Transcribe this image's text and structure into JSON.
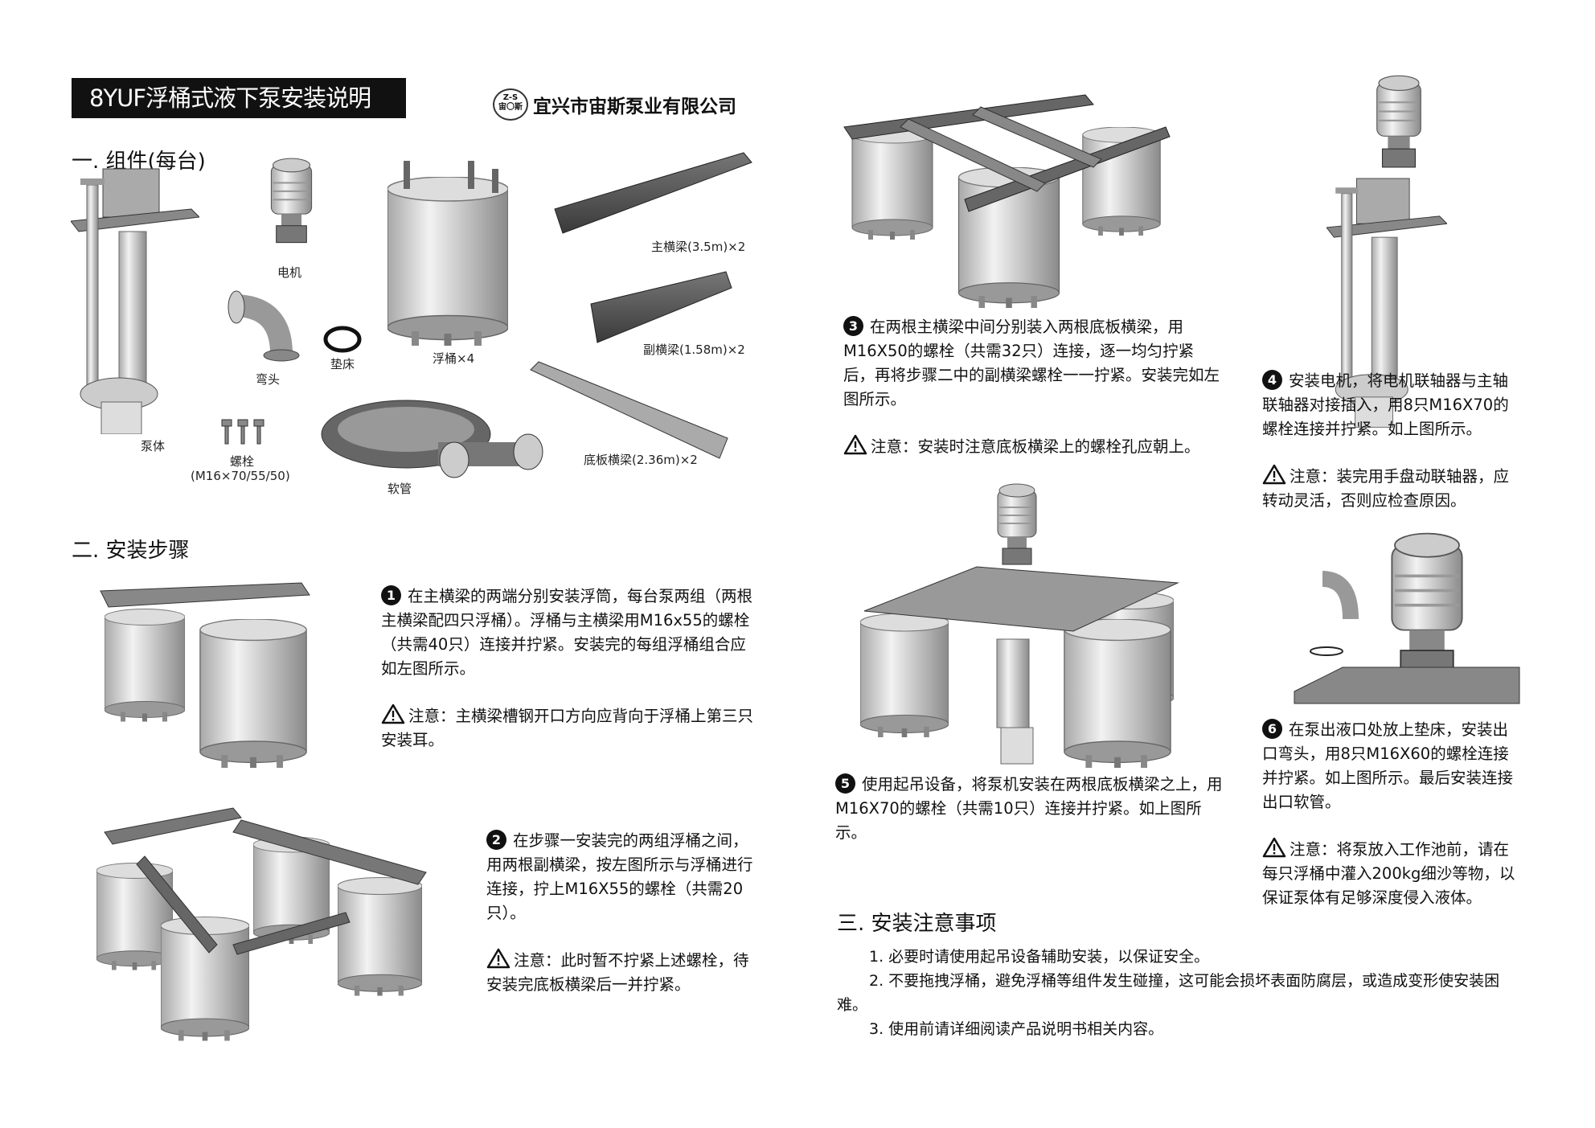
{
  "header": {
    "title": "8YUF浮桶式液下泵安装说明",
    "logo_text": "Z-S 宙斯",
    "company": "宜兴市宙斯泵业有限公司"
  },
  "section1": {
    "title": "一. 组件(每台)",
    "labels": {
      "motor": "电机",
      "elbow": "弯头",
      "gasket": "垫床",
      "float": "浮桶×4",
      "main_beam": "主横梁(3.5m)×2",
      "sub_beam": "副横梁(1.58m)×2",
      "base_beam": "底板横梁(2.36m)×2",
      "pump_body": "泵体",
      "bolt": "螺栓",
      "bolt_spec": "(M16×70/55/50)",
      "hose": "软管"
    }
  },
  "section2": {
    "title": "二. 安装步骤",
    "steps": [
      {
        "num": "1",
        "text": "在主横梁的两端分别安装浮筒，每台泵两组（两根主横梁配四只浮桶）。浮桶与主横梁用M16x55的螺栓（共需40只）连接并拧紧。安装完的每组浮桶组合应如左图所示。",
        "warning": "注意：主横梁槽钢开口方向应背向于浮桶上第三只安装耳。"
      },
      {
        "num": "2",
        "text": "在步骤一安装完的两组浮桶之间，用两根副横梁，按左图所示与浮桶进行连接，拧上M16X55的螺栓（共需20只）。",
        "warning": "注意：此时暂不拧紧上述螺栓，待安装完底板横梁后一并拧紧。"
      },
      {
        "num": "3",
        "text": "在两根主横梁中间分别装入两根底板横梁，用M16X50的螺栓（共需32只）连接，逐一均匀拧紧后，再将步骤二中的副横梁螺栓一一拧紧。安装完如左图所示。",
        "warning": "注意：安装时注意底板横梁上的螺栓孔应朝上。"
      },
      {
        "num": "4",
        "text": "安装电机，将电机联轴器与主轴联轴器对接插入，用8只M16X70的螺栓连接并拧紧。如上图所示。",
        "warning": "注意：装完用手盘动联轴器，应转动灵活，否则应检查原因。"
      },
      {
        "num": "5",
        "text": "使用起吊设备，将泵机安装在两根底板横梁之上，用M16X70的螺栓（共需10只）连接并拧紧。如上图所示。"
      },
      {
        "num": "6",
        "text": "在泵出液口处放上垫床，安装出口弯头，用8只M16X60的螺栓连接并拧紧。如上图所示。最后安装连接出口软管。",
        "warning": "注意：将泵放入工作池前，请在每只浮桶中灌入200kg细沙等物，以保证泵体有足够深度侵入液体。"
      }
    ]
  },
  "section3": {
    "title": "三. 安装注意事项",
    "items": [
      "1. 必要时请使用起吊设备辅助安装，以保证安全。",
      "2.  不要拖拽浮桶，避免浮桶等组件发生碰撞，这可能会损坏表面防腐层，或造成变形使安装困难。",
      "3. 使用前请详细阅读产品说明书相关内容。"
    ]
  },
  "colors": {
    "ink": "#111111",
    "metal_light": "#eeeeee",
    "metal_dark": "#7a7a7a",
    "steel": "#555555"
  }
}
